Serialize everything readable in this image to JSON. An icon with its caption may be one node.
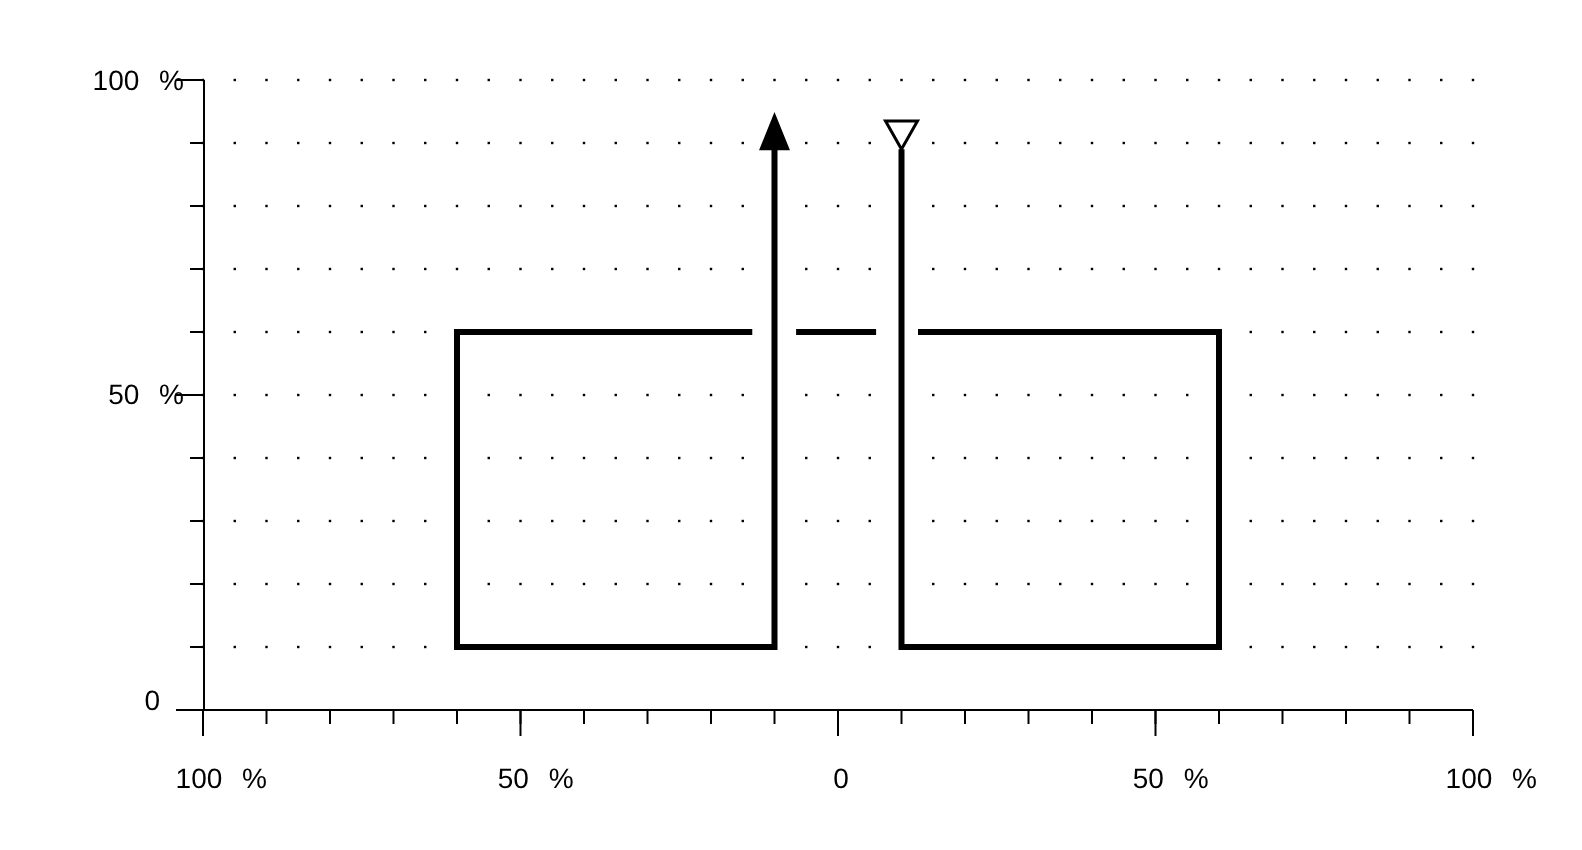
{
  "diagram": {
    "labels": [
      "100 %",
      "50 %",
      "0",
      "100 %",
      "50 %",
      "0",
      "50 %",
      "100 %"
    ]
  }
}
